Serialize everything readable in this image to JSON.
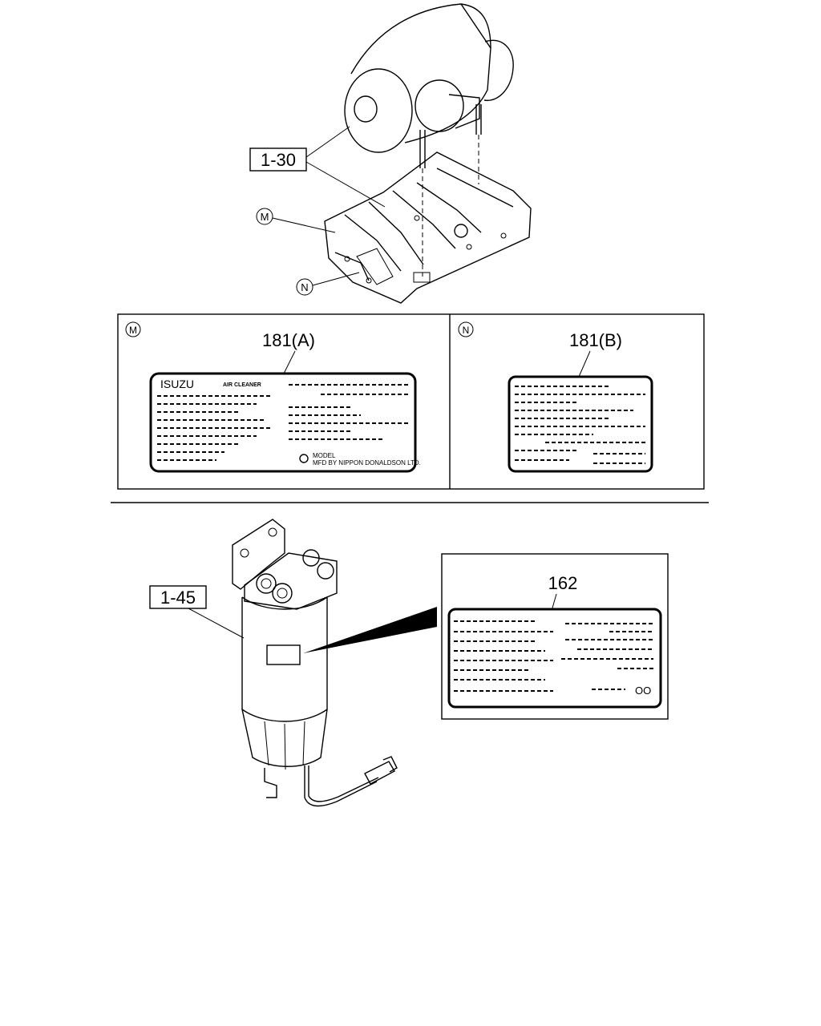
{
  "callouts": {
    "air_cleaner_ref": "1-30",
    "fuel_filter_ref": "1-45",
    "marker_m": "M",
    "marker_n": "N"
  },
  "panel_m": {
    "marker": "M",
    "part_label": "181(A)",
    "brand_text": "ISUZU",
    "product_text": "AIR CLEANER",
    "model_text": "MODEL",
    "maker_text": "MFD BY NIPPON DONALDSON LTD."
  },
  "panel_n": {
    "marker": "N",
    "part_label": "181(B)"
  },
  "panel_162": {
    "part_label": "162",
    "mark_text": "OO"
  }
}
